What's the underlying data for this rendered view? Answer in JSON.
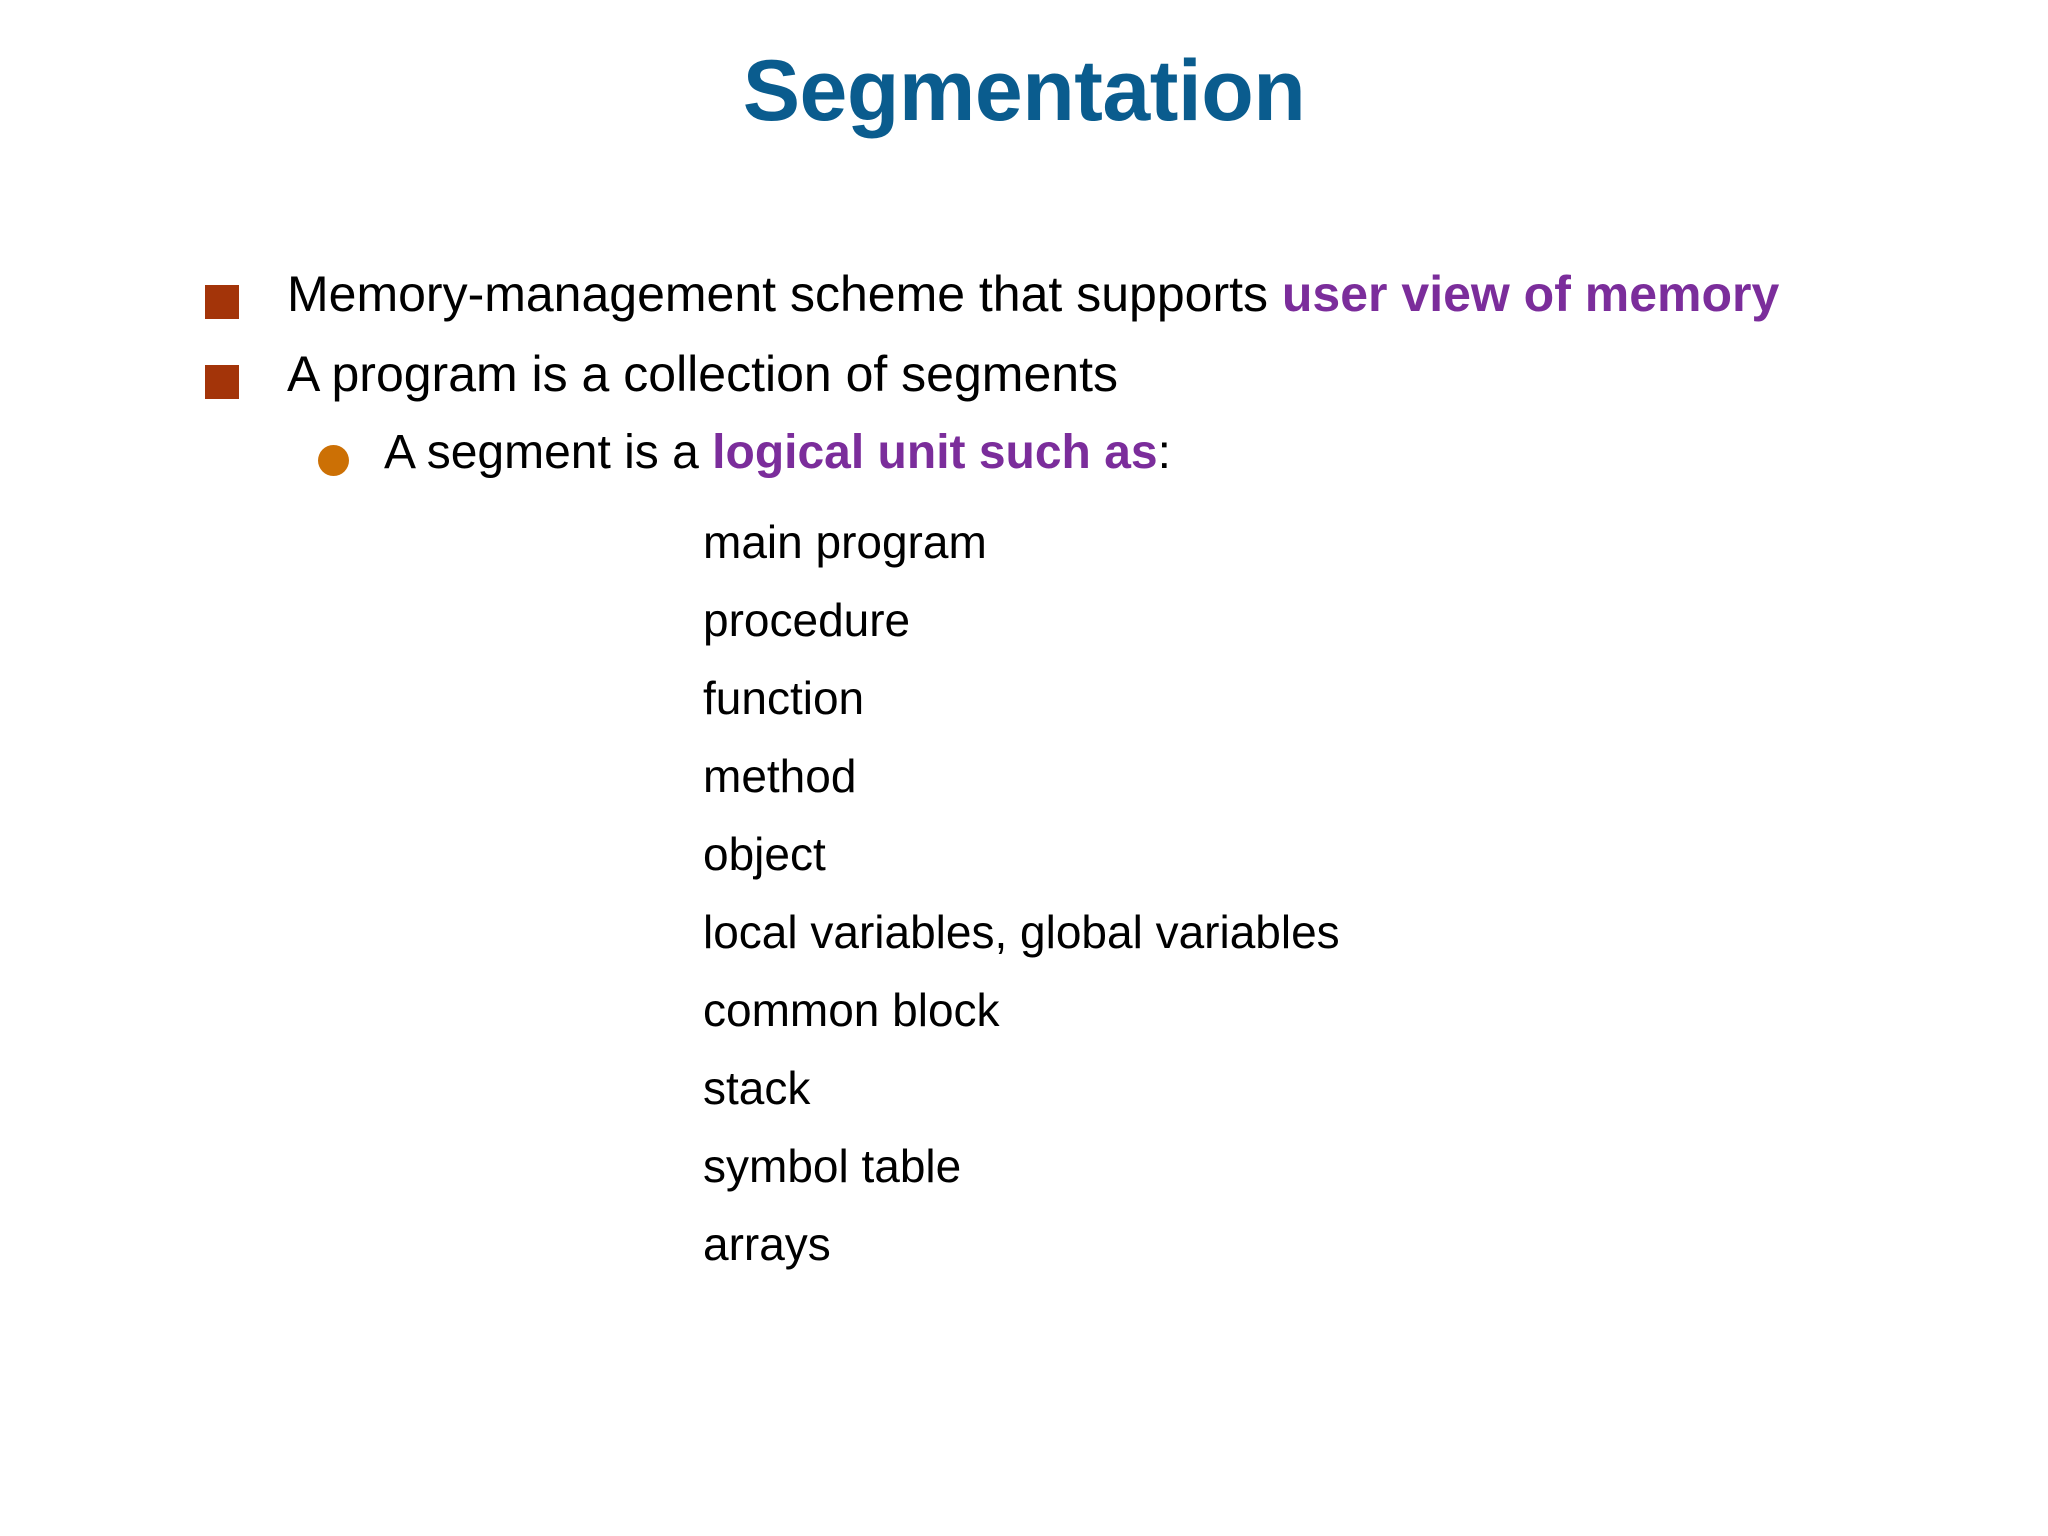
{
  "slide": {
    "title": "Segmentation",
    "title_color": "#0A5C8E",
    "background_color": "#FFFFFF",
    "highlight_color": "#7B2D9B",
    "square_bullet_color": "#A33409",
    "round_bullet_color": "#CC7005",
    "body_text_color": "#000000"
  },
  "bullets": {
    "level1": [
      {
        "prefix": "Memory-management scheme that supports ",
        "highlight": "user view of memory",
        "suffix": ""
      },
      {
        "prefix": "A program is a collection of segments",
        "highlight": "",
        "suffix": ""
      }
    ],
    "level2": [
      {
        "prefix": "A segment is a ",
        "highlight": "logical unit such as",
        "suffix": ":"
      }
    ],
    "level3": [
      "main program",
      "procedure",
      "function",
      "method",
      "object",
      "local variables, global variables",
      "common block",
      "stack",
      "symbol table",
      "arrays"
    ]
  }
}
